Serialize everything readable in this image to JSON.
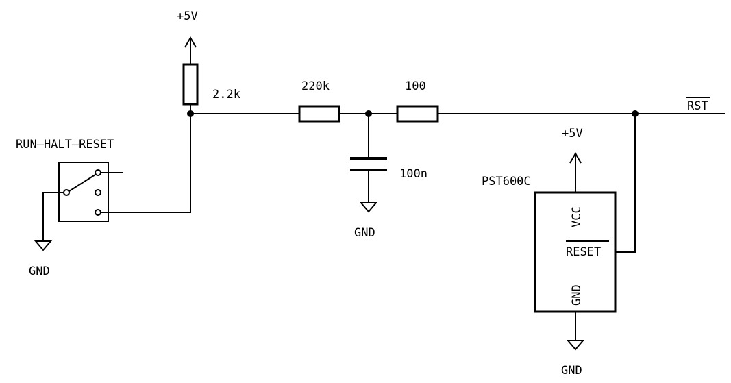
{
  "labels": {
    "vcc_top": "+5V",
    "r_pullup": "2.2k",
    "r_series": "220k",
    "r_out": "100",
    "cap": "100n",
    "gnd_cap": "GND",
    "switch_title": "RUN—HALT—RESET",
    "gnd_switch": "GND",
    "rst_net": "RST",
    "vcc_ic": "+5V",
    "ic_name": "PST600C",
    "pin_vcc": "VCC",
    "pin_reset": "RESET",
    "pin_gnd": "GND",
    "gnd_ic": "GND"
  },
  "colors": {
    "ink": "#000000",
    "background": "#ffffff"
  }
}
